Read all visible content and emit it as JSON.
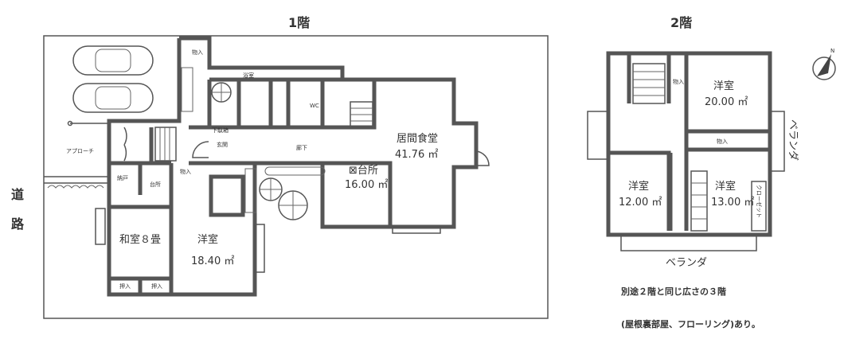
{
  "floor1": {
    "title": "1階",
    "road": [
      "道",
      "路"
    ],
    "rooms": {
      "living_dining": {
        "name": "居間食堂",
        "area": "41.76 ㎡"
      },
      "kitchen": {
        "name": "⊠台所",
        "area": "16.00 ㎡"
      },
      "western": {
        "name": "洋室",
        "area": "18.40 ㎡"
      },
      "japanese": {
        "name": "和室８畳"
      }
    },
    "small_labels": {
      "approach": "アプローチ",
      "storage_top": "物入",
      "bath": "浴室",
      "shoe_box": "下駄箱",
      "entrance": "玄関",
      "hallway": "廊下",
      "closet_room": "納戸",
      "kitchen_small": "台所",
      "storage_mid": "物入",
      "toilet": "WC",
      "oshiire1": "押入",
      "oshiire2": "押入"
    }
  },
  "floor2": {
    "title": "2階",
    "rooms": {
      "room_a": {
        "name": "洋室",
        "area": "20.00 ㎡"
      },
      "room_b": {
        "name": "洋室",
        "area": "12.00 ㎡"
      },
      "room_c": {
        "name": "洋室",
        "area": "13.00 ㎡"
      }
    },
    "small_labels": {
      "storage1": "物入",
      "storage2": "物入",
      "closet": "クローゼット",
      "veranda_right": "ベランダ",
      "veranda_bottom": "ベランダ"
    },
    "notes": [
      "別途２階と同じ広さの３階",
      "(屋根裏部屋、フローリング)あり。"
    ]
  },
  "compass": {
    "label": "N"
  }
}
